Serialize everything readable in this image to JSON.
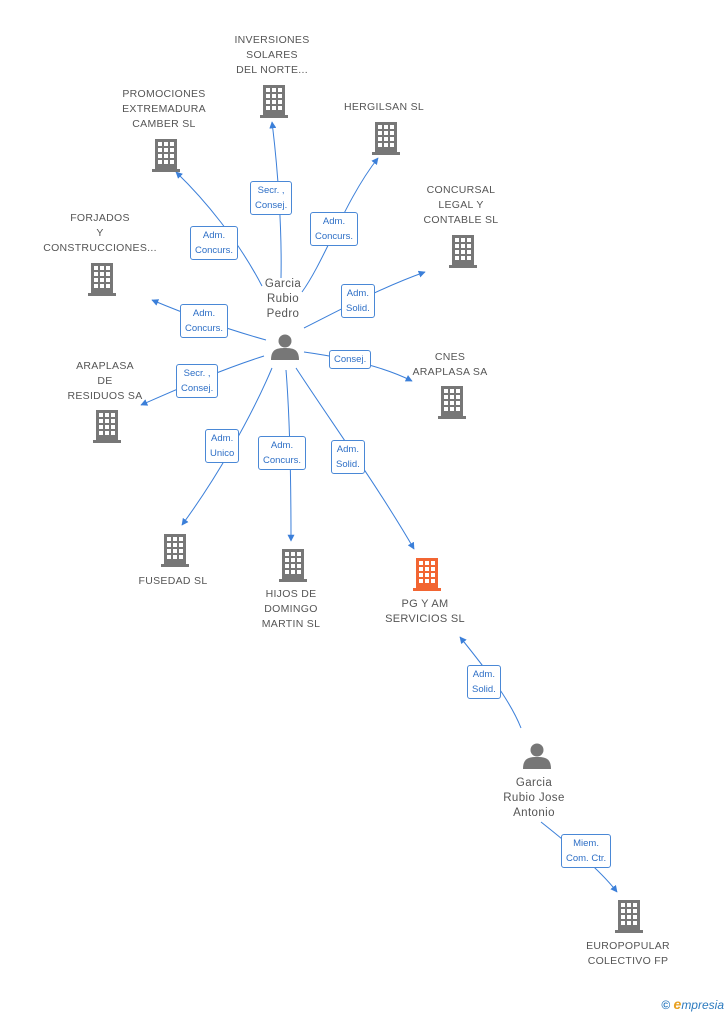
{
  "colors": {
    "edge": "#3b7fd9",
    "building": "#777777",
    "building_highlight": "#f26532",
    "person": "#777777"
  },
  "people": {
    "pedro": {
      "name": [
        "Garcia",
        "Rubio",
        "Pedro"
      ]
    },
    "jose": {
      "name": [
        "Garcia",
        "Rubio Jose",
        "Antonio"
      ]
    }
  },
  "companies": {
    "inversiones": {
      "name": [
        "INVERSIONES",
        "SOLARES",
        "DEL NORTE..."
      ]
    },
    "promociones": {
      "name": [
        "PROMOCIONES",
        "EXTREMADURA",
        "CAMBER SL"
      ]
    },
    "hergilsan": {
      "name": [
        "HERGILSAN SL"
      ]
    },
    "concursal": {
      "name": [
        "CONCURSAL",
        "LEGAL Y",
        "CONTABLE SL"
      ]
    },
    "forjados": {
      "name": [
        "FORJADOS",
        "Y",
        "CONSTRUCCIONES..."
      ]
    },
    "araplasa": {
      "name": [
        "ARAPLASA",
        "DE",
        "RESIDUOS SA"
      ]
    },
    "cnes": {
      "name": [
        "CNES",
        "ARAPLASA SA"
      ]
    },
    "fusedad": {
      "name": [
        "FUSEDAD SL"
      ]
    },
    "hijos": {
      "name": [
        "HIJOS DE",
        "DOMINGO",
        "MARTIN SL"
      ]
    },
    "pgyam": {
      "name": [
        "PG Y AM",
        "SERVICIOS SL"
      ]
    },
    "europopular": {
      "name": [
        "EUROPOPULAR",
        "COLECTIVO FP"
      ]
    }
  },
  "roles": {
    "inversiones": [
      "Secr. ,",
      "Consej."
    ],
    "hergilsan": [
      "Adm.",
      "Concurs."
    ],
    "promociones": [
      "Adm.",
      "Concurs."
    ],
    "concursal": [
      "Adm.",
      "Solid."
    ],
    "forjados": [
      "Adm.",
      "Concurs."
    ],
    "araplasa": [
      "Secr. ,",
      "Consej."
    ],
    "cnes": [
      "Consej."
    ],
    "fusedad": [
      "Adm.",
      "Unico"
    ],
    "hijos": [
      "Adm.",
      "Concurs."
    ],
    "pgyam_pedro": [
      "Adm.",
      "Solid."
    ],
    "pgyam_jose": [
      "Adm.",
      "Solid."
    ],
    "europopular": [
      "Miem.",
      "Com. Ctr."
    ]
  },
  "footer": {
    "copyright": "©",
    "brand_e": "e",
    "brand_rest": "mpresia"
  }
}
